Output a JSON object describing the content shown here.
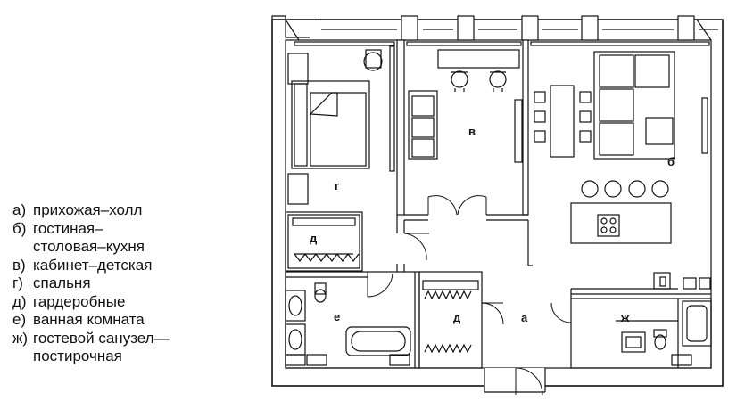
{
  "legend": [
    {
      "key": "а)",
      "lines": [
        "прихожая–холл"
      ]
    },
    {
      "key": "б)",
      "lines": [
        "гостиная–",
        "столовая–кухня"
      ]
    },
    {
      "key": "в)",
      "lines": [
        "кабинет–детская"
      ]
    },
    {
      "key": "г)",
      "lines": [
        "спальня"
      ]
    },
    {
      "key": "д)",
      "lines": [
        "гардеробные"
      ]
    },
    {
      "key": "е)",
      "lines": [
        "ванная комната"
      ]
    },
    {
      "key": "ж)",
      "lines": [
        "гостевой санузел—",
        "постирочная"
      ]
    }
  ],
  "plan": {
    "labels": {
      "a": "а",
      "b": "б",
      "v": "в",
      "g": "г",
      "d1": "д",
      "d2": "д",
      "e": "е",
      "zh": "ж"
    }
  }
}
